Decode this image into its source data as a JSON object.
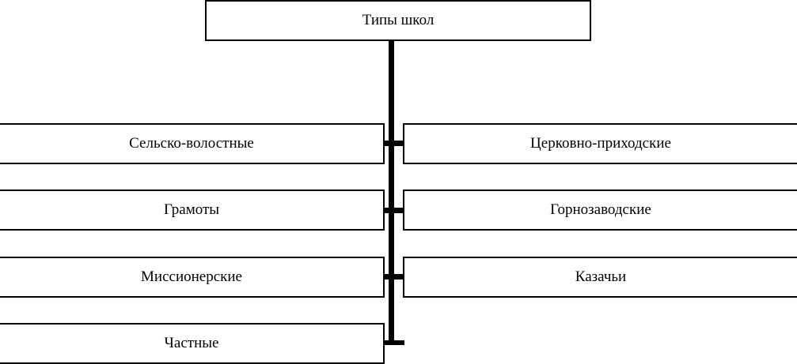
{
  "diagram": {
    "type": "tree",
    "title": "Типы школ",
    "root": {
      "label": "Типы школ"
    },
    "branches": [
      {
        "left": "Сельско-волостные",
        "right": "Церковно-приходские"
      },
      {
        "left": "Грамоты",
        "right": "Горнозаводские"
      },
      {
        "left": "Миссионерские",
        "right": "Казачьи"
      },
      {
        "left": "Частные",
        "right": ""
      }
    ],
    "colors": {
      "line": "#000000",
      "box_fill": "#ffffff",
      "text": "#000000"
    }
  }
}
